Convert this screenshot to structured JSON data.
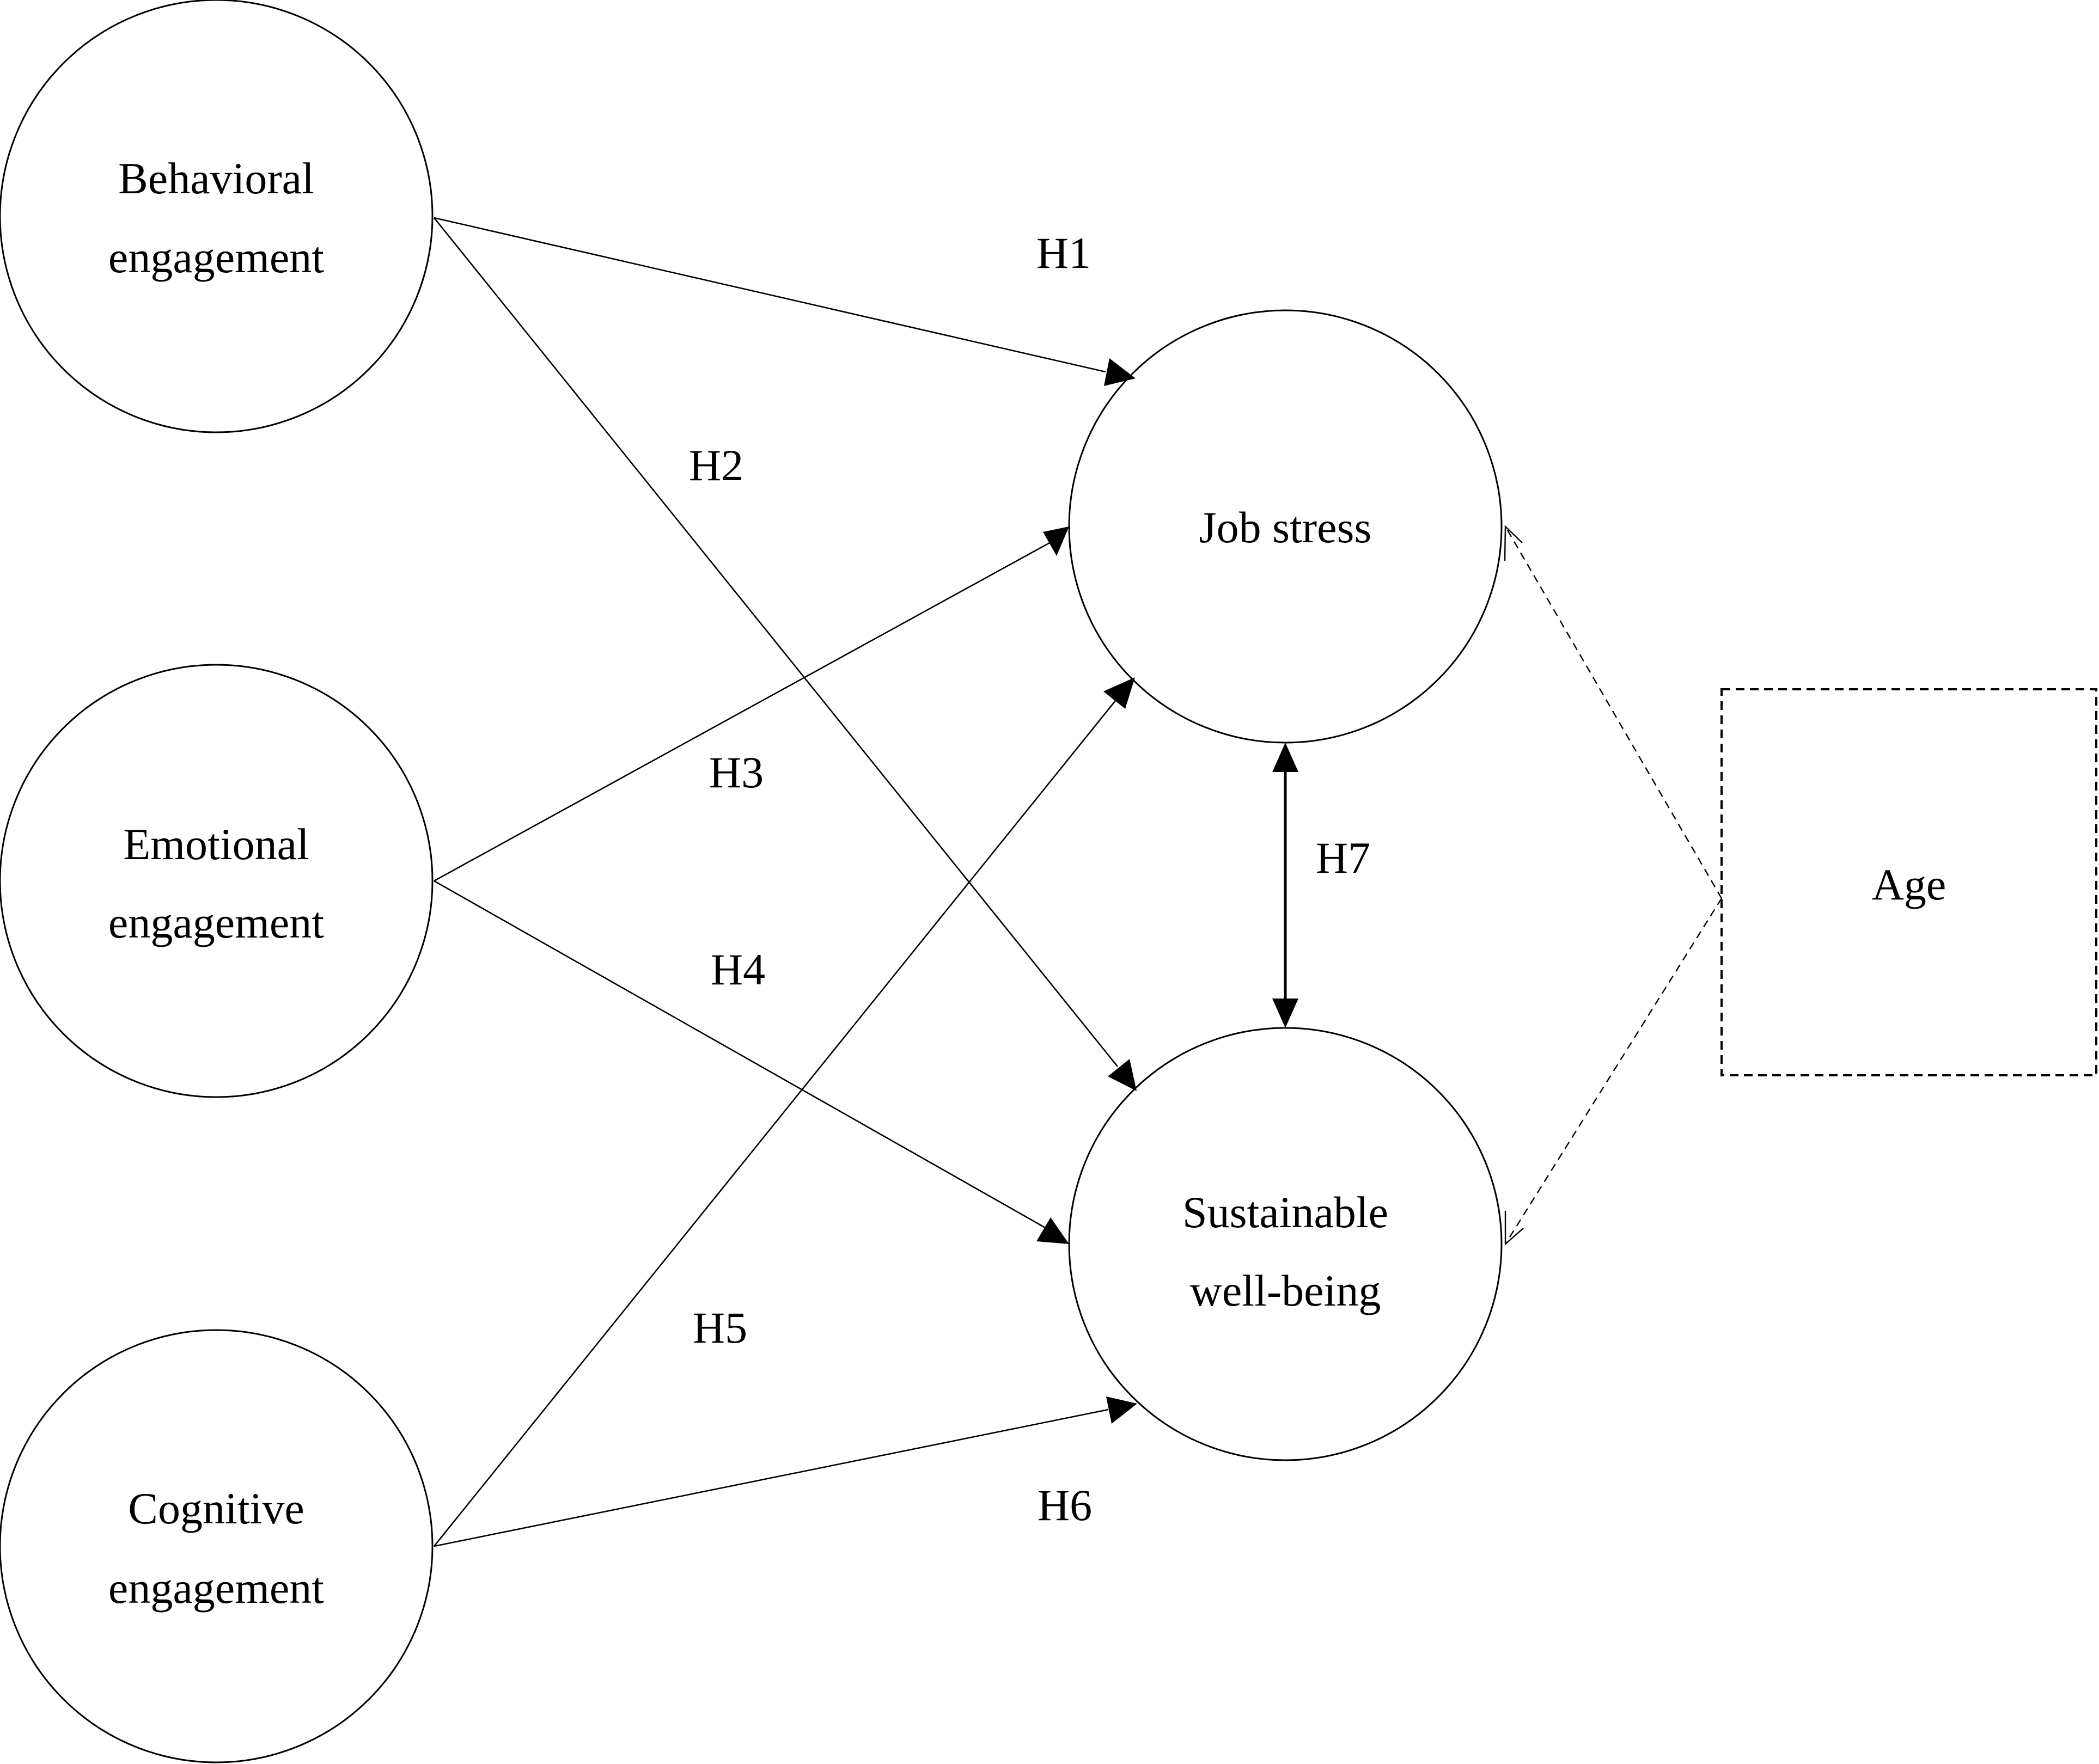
{
  "nodes": {
    "behavioral": {
      "line1": "Behavioral",
      "line2": "engagement"
    },
    "emotional": {
      "line1": "Emotional",
      "line2": "engagement"
    },
    "cognitive": {
      "line1": "Cognitive",
      "line2": "engagement"
    },
    "job_stress": {
      "line1": "Job stress"
    },
    "wellbeing": {
      "line1": "Sustainable",
      "line2": "well-being"
    },
    "age": {
      "label": "Age"
    }
  },
  "hypotheses": {
    "h1": "H1",
    "h2": "H2",
    "h3": "H3",
    "h4": "H4",
    "h5": "H5",
    "h6": "H6",
    "h7": "H7"
  },
  "edges": [
    {
      "from": "Behavioral engagement",
      "to": "Job stress",
      "label": "H1"
    },
    {
      "from": "Behavioral engagement",
      "to": "Sustainable well-being",
      "label": "H2"
    },
    {
      "from": "Emotional engagement",
      "to": "Job stress",
      "label": "H3"
    },
    {
      "from": "Emotional engagement",
      "to": "Sustainable well-being",
      "label": "H4"
    },
    {
      "from": "Cognitive engagement",
      "to": "Job stress",
      "label": "H5"
    },
    {
      "from": "Cognitive engagement",
      "to": "Sustainable well-being",
      "label": "H6"
    },
    {
      "from": "Job stress",
      "to": "Sustainable well-being",
      "label": "H7",
      "bidirectional": true
    },
    {
      "from": "Age",
      "to": "Job stress",
      "style": "dashed"
    },
    {
      "from": "Age",
      "to": "Sustainable well-being",
      "style": "dashed"
    }
  ]
}
